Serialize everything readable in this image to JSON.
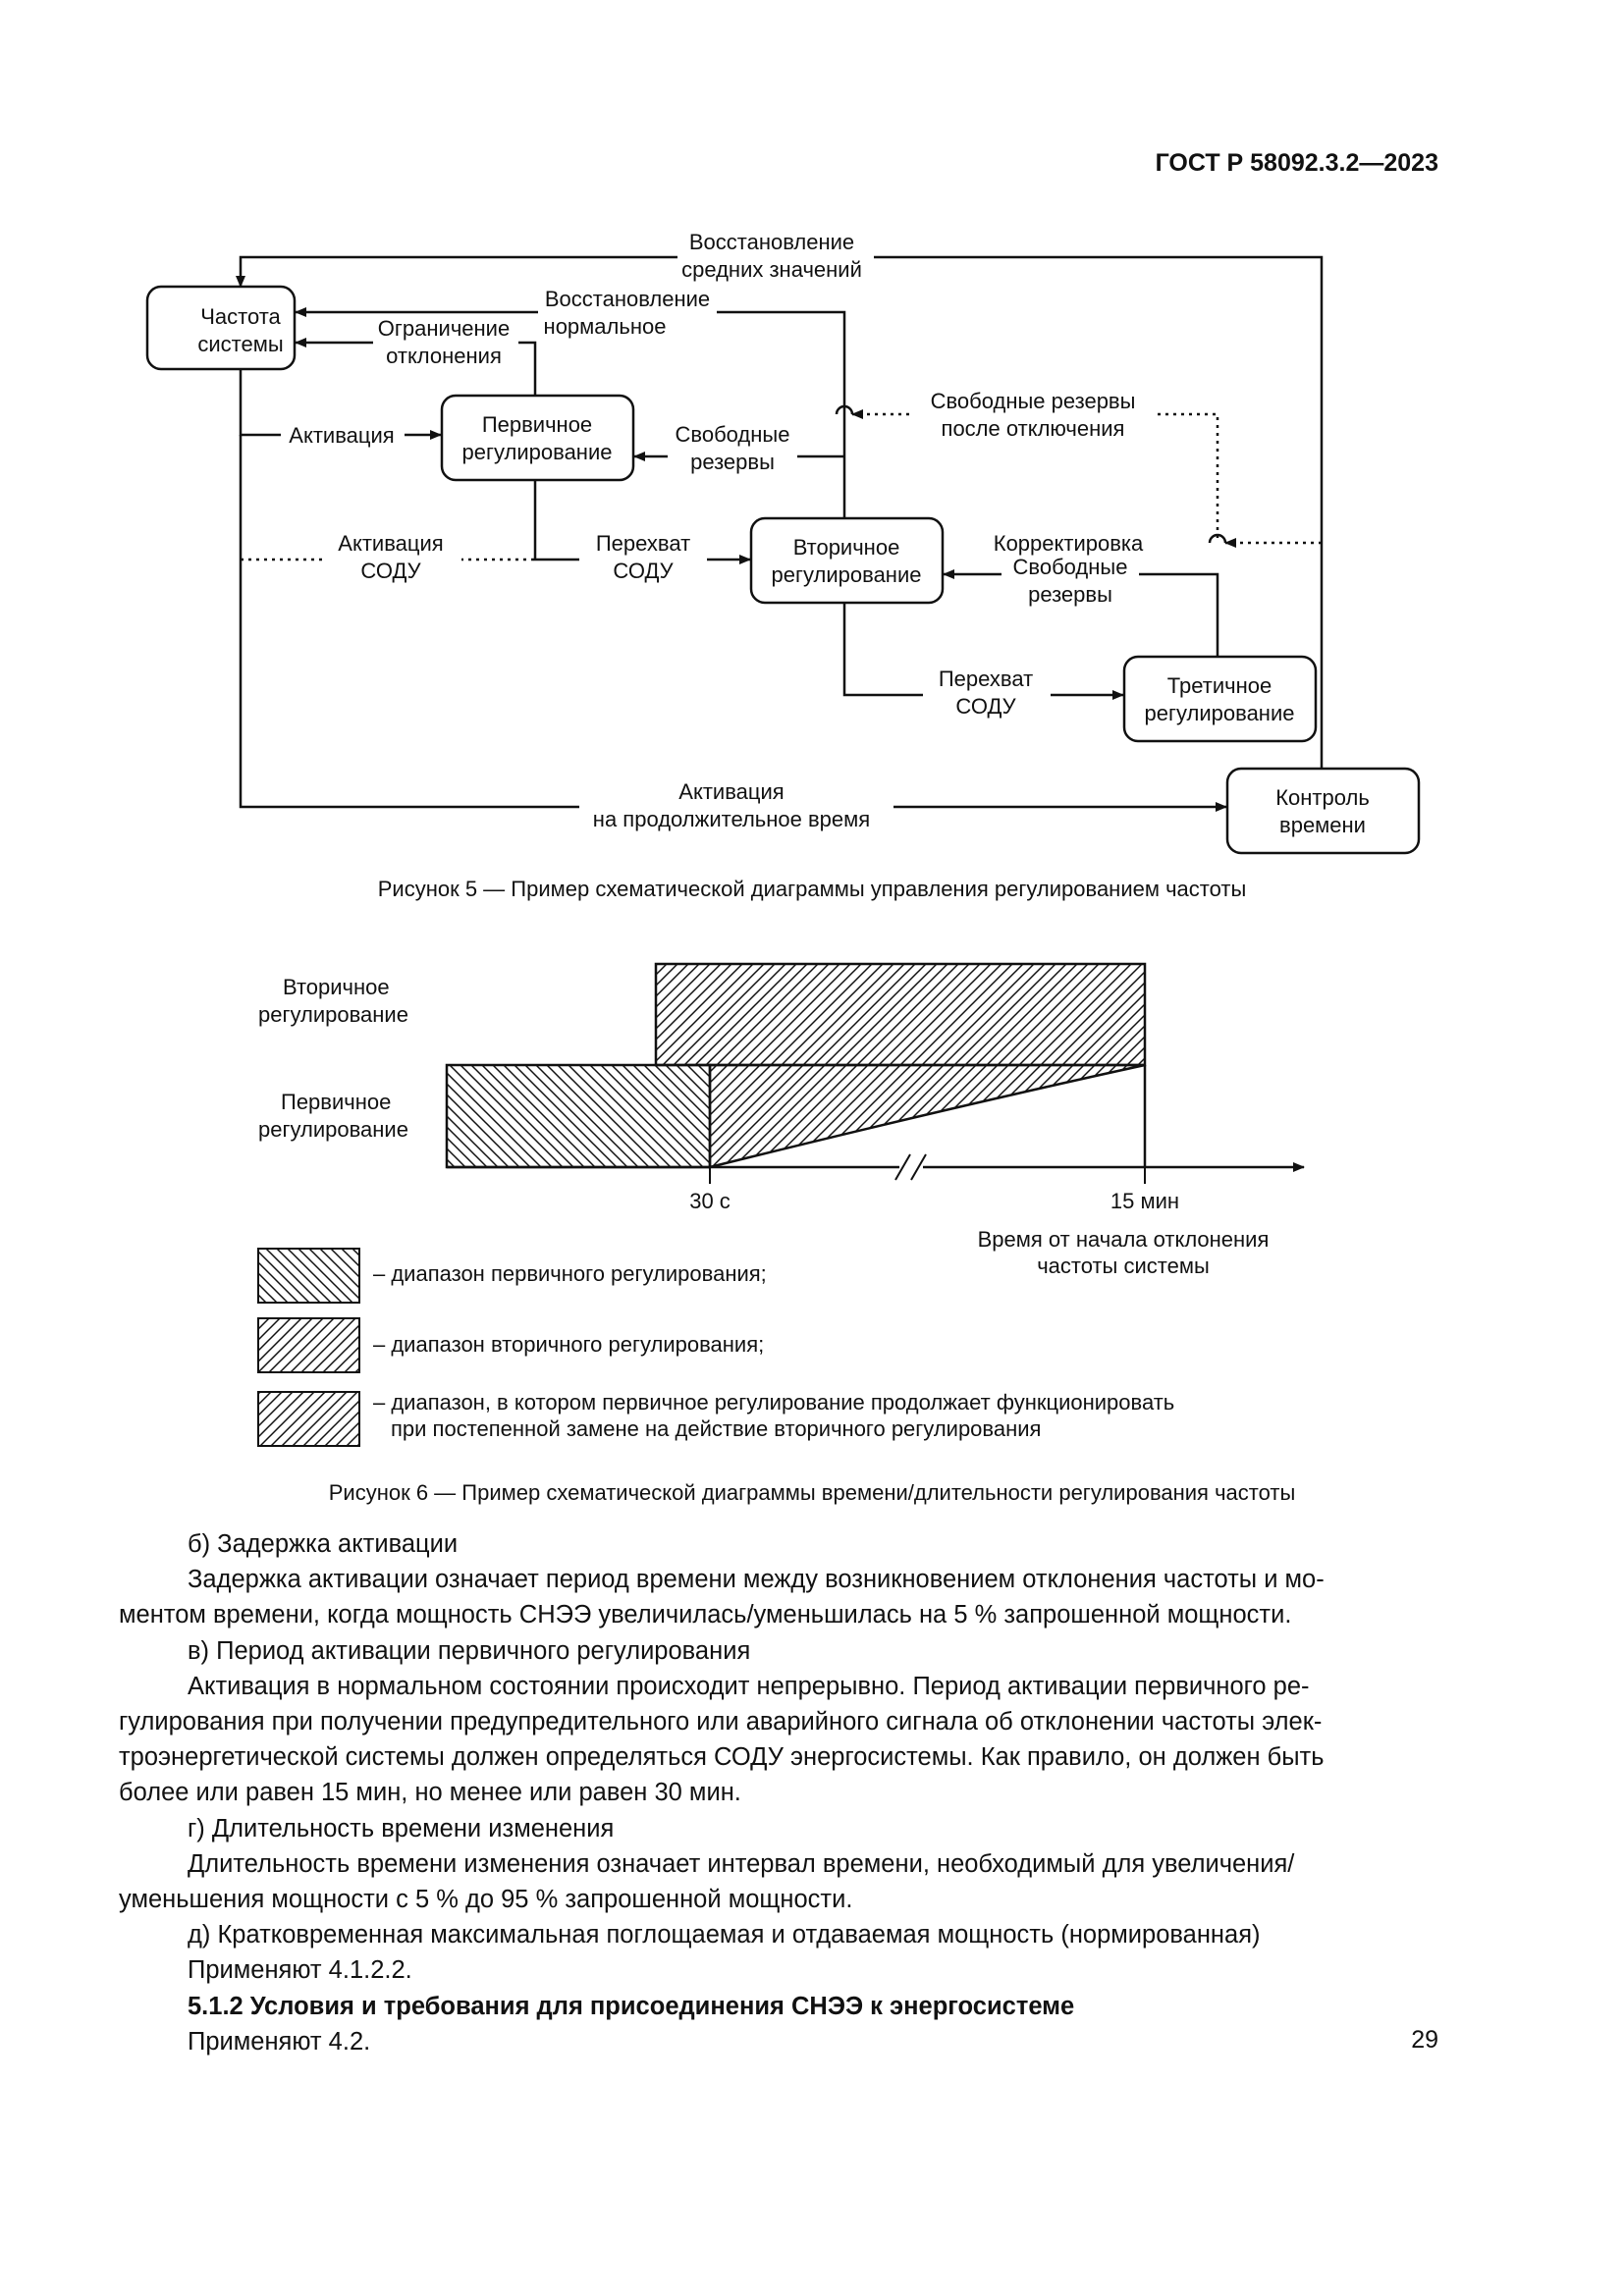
{
  "header": {
    "doc_id": "ГОСТ Р 58092.3.2—2023"
  },
  "figure5": {
    "boxes": {
      "system_frequency": [
        "Частота",
        "системы"
      ],
      "primary": [
        "Первичное",
        "регулирование"
      ],
      "secondary": [
        "Вторичное",
        "регулирование"
      ],
      "tertiary": [
        "Третичное",
        "регулирование"
      ],
      "time_control": [
        "Контроль",
        "времени"
      ]
    },
    "labels": {
      "restore_avg": [
        "Восстановление",
        "средних значений"
      ],
      "restore_normal": [
        "Восстановление",
        "нормальное"
      ],
      "limit_dev": [
        "Ограничение",
        "отклонения"
      ],
      "activation": "Активация",
      "free_reserves_primary": [
        "Свободные",
        "резервы"
      ],
      "free_reserves_after": [
        "Свободные резервы",
        "после отключения"
      ],
      "activation_sodu": [
        "Активация",
        "СОДУ"
      ],
      "intercept_sodu_1": [
        "Перехват",
        "СОДУ"
      ],
      "correction": "Корректировка",
      "free_reserves_secondary": [
        "Свободные",
        "резервы"
      ],
      "intercept_sodu_2": [
        "Перехват",
        "СОДУ"
      ],
      "activation_long": [
        "Активация",
        "на продолжительное время"
      ]
    },
    "caption": "Рисунок 5 — Пример схематической диаграммы управления регулированием частоты"
  },
  "figure6": {
    "row_secondary": [
      "Вторичное",
      "регулирование"
    ],
    "row_primary": [
      "Первичное",
      "регулирование"
    ],
    "tick_30s": "30 с",
    "tick_15min": "15 мин",
    "axis_label": [
      "Время от начала отклонения",
      "частоты системы"
    ],
    "legend": [
      {
        "pattern": "backslash-hatch",
        "text": [
          "– диапазон первичного регулирования;"
        ]
      },
      {
        "pattern": "slash-hatch",
        "text": [
          "– диапазон вторичного регулирования;"
        ]
      },
      {
        "pattern": "slash-hatch",
        "text": [
          "– диапазон, в котором первичное регулирование продолжает функционировать",
          "при постепенной замене на действие вторичного регулирования"
        ]
      }
    ],
    "caption": "Рисунок 6 — Пример схематической диаграммы времени/длительности регулирования частоты"
  },
  "body": {
    "p1": "б) Задержка активации",
    "p2": "Задержка активации означает период времени между возникновением отклонения частоты и мо-",
    "p3": "ментом времени, когда мощность СНЭЭ увеличилась/уменьшилась на 5 % запрошенной мощности.",
    "p4": "в) Период активации первичного регулирования",
    "p5": "Активация в нормальном состоянии происходит непрерывно. Период активации первичного ре-",
    "p6": "гулирования при получении предупредительного или аварийного сигнала об отклонении частоты элек-",
    "p7": "троэнергетической системы должен определяться СОДУ энергосистемы. Как правило, он должен быть",
    "p8": "более или равен 15 мин, но менее или равен 30 мин.",
    "p9": "г) Длительность времени изменения",
    "p10": "Длительность времени изменения означает интервал времени, необходимый для увеличения/",
    "p11": "уменьшения мощности с 5 % до 95 % запрошенной мощности.",
    "p12": "д) Кратковременная максимальная поглощаемая и отдаваемая мощность (нормированная)",
    "p13": "Применяют 4.1.2.2.",
    "p14": "5.1.2 Условия и требования для присоединения СНЭЭ к энергосистеме",
    "p15": "Применяют 4.2."
  },
  "page_number": "29"
}
